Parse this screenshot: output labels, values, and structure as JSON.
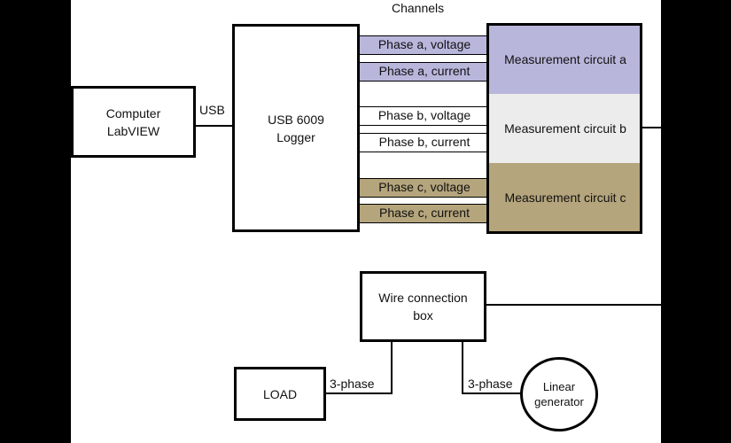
{
  "ui": {
    "close_glyph": "✕"
  },
  "diagram": {
    "channels_title": "Channels",
    "computer_label_1": "Computer",
    "computer_label_2": "LabVIEW",
    "usb_label": "USB",
    "logger_label_1": "USB 6009",
    "logger_label_2": "Logger",
    "channels": [
      {
        "label": "Phase a, voltage",
        "color": "#b9b6dc"
      },
      {
        "label": "Phase a, current",
        "color": "#b9b6dc"
      },
      {
        "label": "Phase b, voltage",
        "color": "#ffffff"
      },
      {
        "label": "Phase b, current",
        "color": "#ffffff"
      },
      {
        "label": "Phase c, voltage",
        "color": "#b5a57c"
      },
      {
        "label": "Phase c, current",
        "color": "#b5a57c"
      }
    ],
    "measurement": [
      {
        "label": "Measurement circuit a",
        "color": "#b9b6dc"
      },
      {
        "label": "Measurement circuit b",
        "color": "#ececec"
      },
      {
        "label": "Measurement circuit c",
        "color": "#b5a57c"
      }
    ],
    "wire_box_1": "Wire connection",
    "wire_box_2": "box",
    "load_label": "LOAD",
    "three_phase_left": "3-phase",
    "three_phase_right": "3-phase",
    "generator_1": "Linear",
    "generator_2": "generator"
  }
}
